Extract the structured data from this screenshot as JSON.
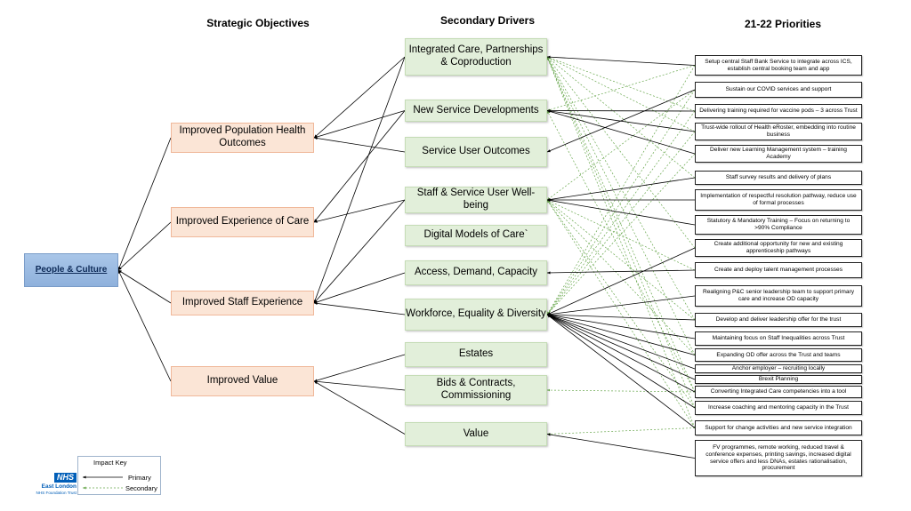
{
  "headers": {
    "objectives": "Strategic Objectives",
    "drivers": "Secondary Drivers",
    "priorities": "21-22 Priorities"
  },
  "root": "People & Culture",
  "objectives": [
    "Improved Population Health Outcomes",
    "Improved Experience of Care",
    "Improved Staff Experience",
    "Improved Value"
  ],
  "drivers": [
    "Integrated Care, Partnerships & Coproduction",
    "New Service Developments",
    "Service User Outcomes",
    "Staff & Service User Well-being",
    "Digital Models of Care`",
    "Access, Demand, Capacity",
    "Workforce, Equality & Diversity",
    "Estates",
    "Bids & Contracts, Commissioning",
    "Value"
  ],
  "priorities": [
    "Setup central Staff Bank Service to integrate across ICS, establish central booking team and app",
    "Sustain our COVID services and support",
    "Delivering training required for vaccine pods – 3 across Trust",
    "Trust-wide rollout of Health eRoster, embedding into routine business",
    "Deliver new Learning Management system – training Academy",
    "Staff survey results and delivery of plans",
    "Implementation of respectful resolution pathway, reduce use of formal processes",
    "Statutory & Mandatory Training – Focus on returning to >90% Compliance",
    "Create additional opportunity for new and existing apprenticeship pathways",
    "Create and deploy talent management processes",
    "Realigning P&C senior leadership team to support primary care and increase OD capacity",
    "Develop and deliver leadership offer for the trust",
    "Maintaining focus on Staff Inequalities across Trust",
    "Expanding OD offer across the Trust and teams",
    "Anchor employer – recruiting locally",
    "Brexit Planning",
    "Converting Integrated Care competencies into a tool",
    "Increase coaching and mentoring capacity in the Trust",
    "Support for change activities and new service integration",
    "FV programmes, remote working, reduced travel & conference expenses, printing savings, increased digital service offers and less DNAs, estates rationalisation, procurement"
  ],
  "links": {
    "root_to_objectives": [
      0,
      1,
      2,
      3
    ],
    "objective_to_driver": [
      [
        0,
        0
      ],
      [
        0,
        1
      ],
      [
        0,
        2
      ],
      [
        1,
        1
      ],
      [
        1,
        3
      ],
      [
        2,
        0
      ],
      [
        2,
        3
      ],
      [
        2,
        5
      ],
      [
        2,
        6
      ],
      [
        3,
        7
      ],
      [
        3,
        8
      ],
      [
        3,
        9
      ]
    ],
    "primary_driver_to_priority": [
      [
        0,
        0
      ],
      [
        1,
        2
      ],
      [
        1,
        3
      ],
      [
        1,
        4
      ],
      [
        2,
        1
      ],
      [
        3,
        5
      ],
      [
        3,
        6
      ],
      [
        3,
        7
      ],
      [
        5,
        9
      ],
      [
        6,
        8
      ],
      [
        6,
        10
      ],
      [
        6,
        11
      ],
      [
        6,
        12
      ],
      [
        6,
        13
      ],
      [
        6,
        14
      ],
      [
        6,
        15
      ],
      [
        6,
        16
      ],
      [
        6,
        17
      ],
      [
        6,
        18
      ],
      [
        9,
        19
      ]
    ],
    "secondary_driver_to_priority": [
      [
        0,
        2
      ],
      [
        0,
        3
      ],
      [
        0,
        5
      ],
      [
        0,
        8
      ],
      [
        0,
        11
      ],
      [
        0,
        13
      ],
      [
        0,
        16
      ],
      [
        0,
        17
      ],
      [
        0,
        18
      ],
      [
        1,
        0
      ],
      [
        1,
        16
      ],
      [
        3,
        1
      ],
      [
        3,
        9
      ],
      [
        3,
        11
      ],
      [
        3,
        13
      ],
      [
        3,
        17
      ],
      [
        3,
        18
      ],
      [
        6,
        0
      ],
      [
        6,
        1
      ],
      [
        6,
        2
      ],
      [
        6,
        3
      ],
      [
        6,
        4
      ],
      [
        8,
        16
      ],
      [
        9,
        18
      ]
    ]
  },
  "key": {
    "title": "Impact Key",
    "primary": "Primary",
    "secondary": "Secondary"
  },
  "logo": {
    "badge": "NHS",
    "line1": "East London",
    "line2": "NHS Foundation Trust"
  },
  "colors": {
    "root_fill": "#9dbde4",
    "objective_fill": "#fbe5d6",
    "driver_fill": "#e2efda",
    "primary_line": "#000000",
    "secondary_line": "#6aa84f",
    "nhs_blue": "#005eb8"
  }
}
